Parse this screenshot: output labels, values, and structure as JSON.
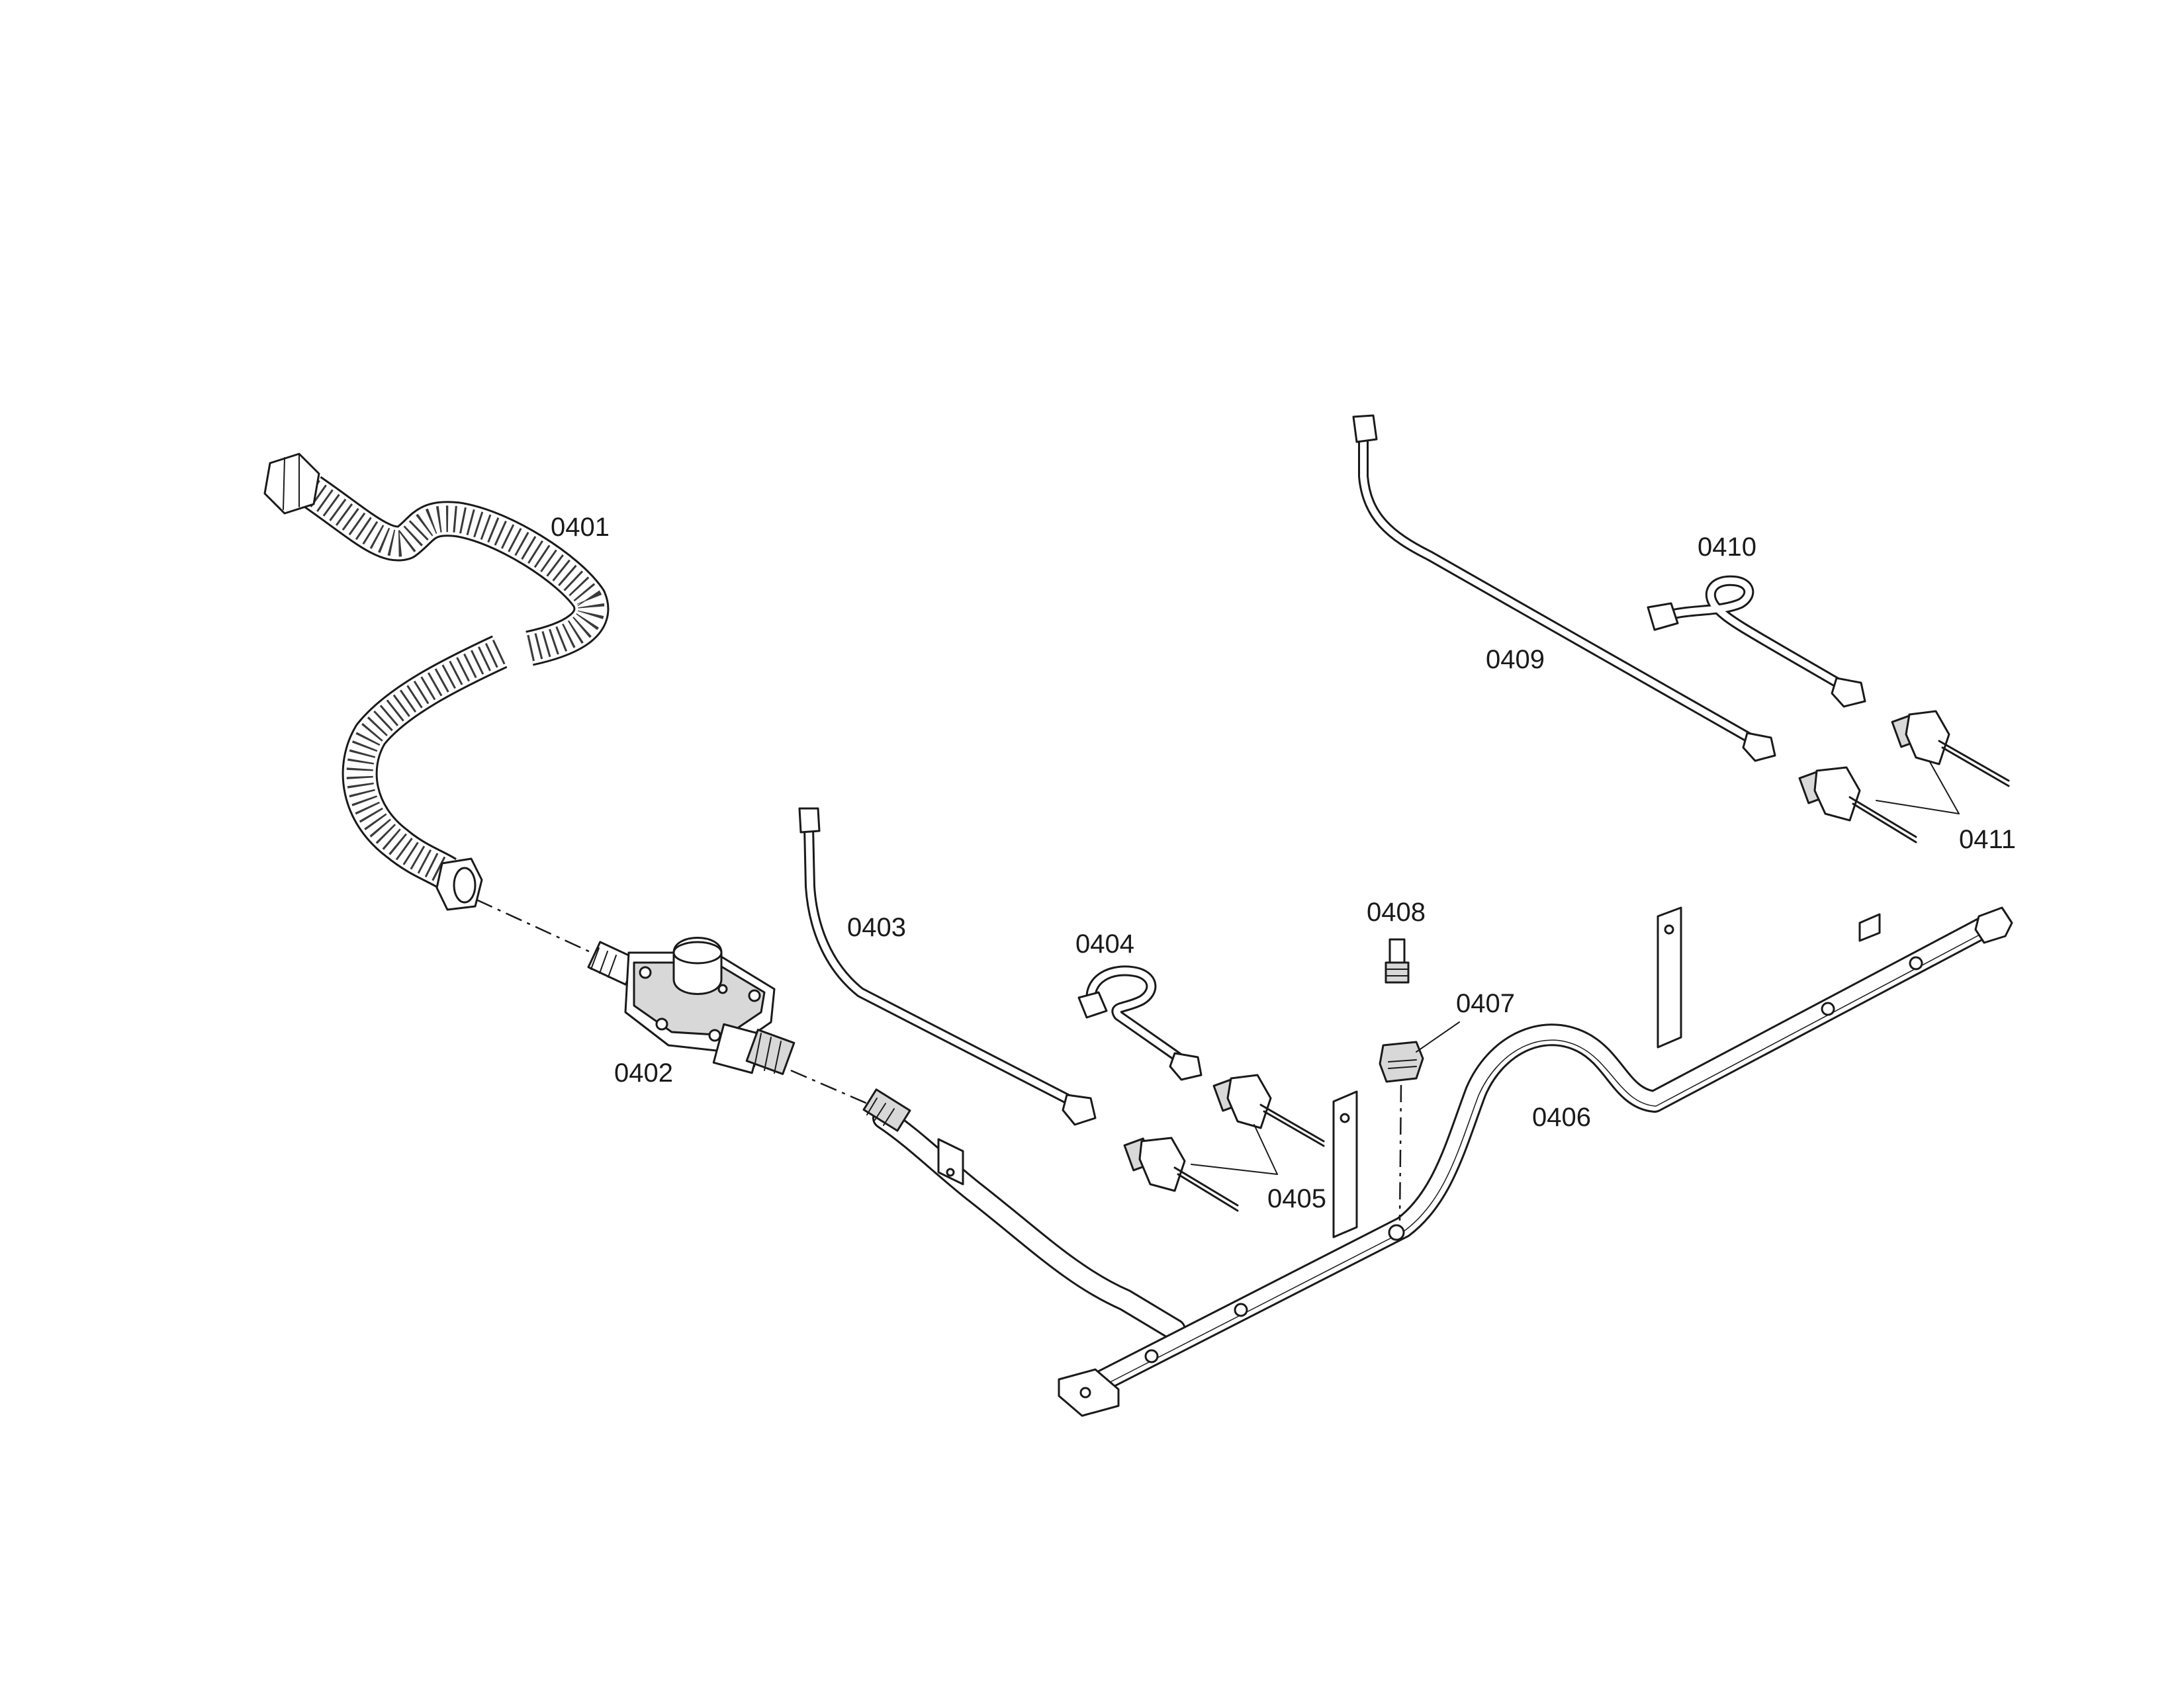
{
  "diagram": {
    "type": "exploded-parts-view",
    "callouts": [
      {
        "id": "0401",
        "label": "0401"
      },
      {
        "id": "0402",
        "label": "0402"
      },
      {
        "id": "0403",
        "label": "0403"
      },
      {
        "id": "0404",
        "label": "0404"
      },
      {
        "id": "0405",
        "label": "0405"
      },
      {
        "id": "0406",
        "label": "0406"
      },
      {
        "id": "0407",
        "label": "0407"
      },
      {
        "id": "0408",
        "label": "0408"
      },
      {
        "id": "0409",
        "label": "0409"
      },
      {
        "id": "0410",
        "label": "0410"
      },
      {
        "id": "0411",
        "label": "0411"
      }
    ]
  },
  "colors": {
    "ink": "#1a1a1a",
    "background": "#ffffff"
  }
}
